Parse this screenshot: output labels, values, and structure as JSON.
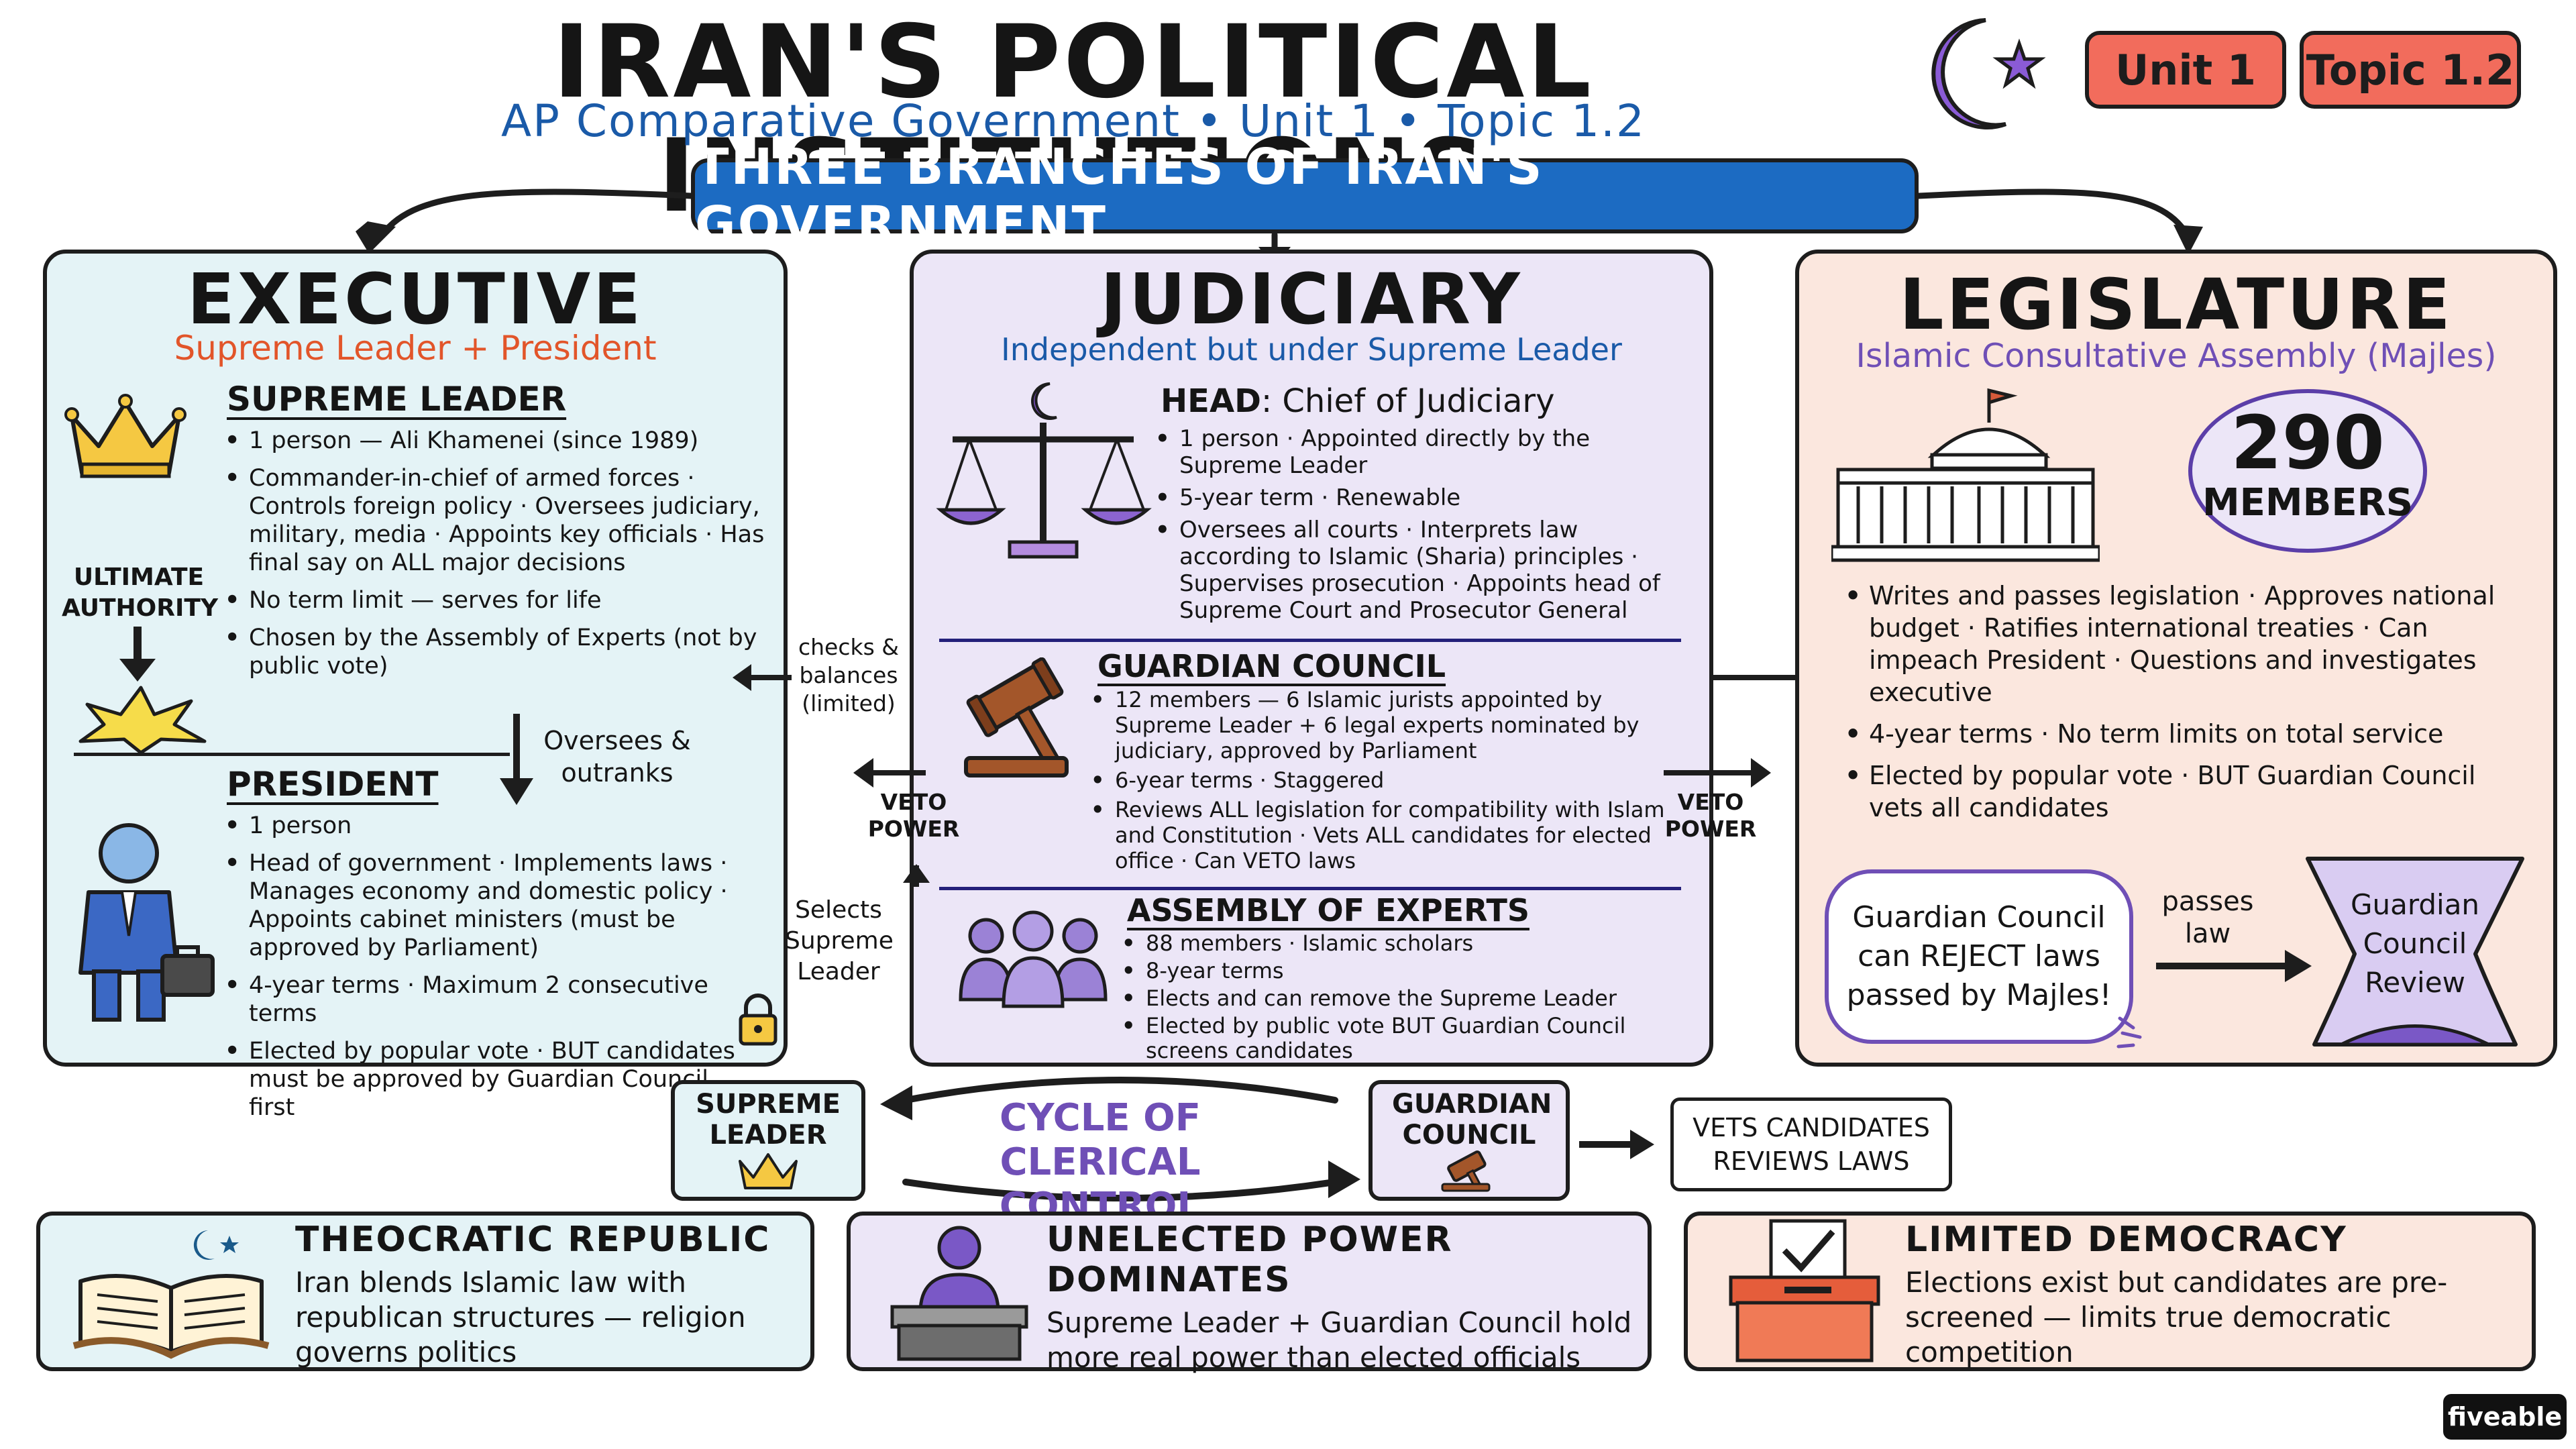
{
  "header": {
    "title": "IRAN'S POLITICAL INSTITUTIONS",
    "subtitle": "AP Comparative Government • Unit 1 • Topic 1.2",
    "badge_unit": "Unit 1",
    "badge_topic": "Topic 1.2",
    "banner": "THREE BRANCHES OF IRAN'S GOVERNMENT"
  },
  "executive": {
    "title": "EXECUTIVE",
    "subtitle": "Supreme Leader + President",
    "supreme_leader": {
      "heading": "SUPREME LEADER",
      "bullets": [
        "1 person — Ali Khamenei (since 1989)",
        "Commander-in-chief of armed forces · Controls foreign policy · Oversees judiciary, military, media · Appoints key officials · Has final say on ALL major decisions",
        "No term limit — serves for life",
        "Chosen by the Assembly of Experts (not by public vote)"
      ]
    },
    "ultimate_authority": "ULTIMATE AUTHORITY",
    "oversees_label": "Oversees & outranks",
    "president": {
      "heading": "PRESIDENT",
      "bullets": [
        "1 person",
        "Head of government · Implements laws · Manages economy and domestic policy · Appoints cabinet ministers (must be approved by Parliament)",
        "4-year terms · Maximum 2 consecutive terms",
        "Elected by popular vote · BUT candidates must be approved by Guardian Council first"
      ]
    }
  },
  "judiciary": {
    "title": "JUDICIARY",
    "subtitle": "Independent but under Supreme Leader",
    "head": {
      "heading_bold": "HEAD",
      "heading_rest": ": Chief of Judiciary",
      "bullets": [
        "1 person · Appointed directly by the Supreme Leader",
        "5-year term · Renewable",
        "Oversees all courts · Interprets law according to Islamic (Sharia) principles · Supervises prosecution · Appoints head of Supreme Court and Prosecutor General"
      ]
    },
    "guardian_council": {
      "heading": "GUARDIAN COUNCIL",
      "bullets": [
        "12 members — 6 Islamic jurists appointed by Supreme Leader + 6 legal experts nominated by judiciary, approved by Parliament",
        "6-year terms · Staggered",
        "Reviews ALL legislation for compatibility with Islam and Constitution · Vets ALL candidates for elected office · Can VETO laws"
      ]
    },
    "assembly_of_experts": {
      "heading": "ASSEMBLY OF EXPERTS",
      "bullets": [
        "88 members · Islamic scholars",
        "8-year terms",
        "Elects and can remove the Supreme Leader",
        "Elected by public vote BUT Guardian Council screens candidates"
      ]
    }
  },
  "side_labels": {
    "checks": "checks & balances (limited)",
    "veto_left": "VETO POWER",
    "veto_right": "VETO POWER",
    "selects": "Selects Supreme Leader"
  },
  "legislature": {
    "title": "LEGISLATURE",
    "subtitle": "Islamic Consultative Assembly (Majles)",
    "members_number": "290",
    "members_label": "MEMBERS",
    "bullets": [
      "Writes and passes legislation · Approves national budget · Ratifies international treaties · Can impeach President · Questions and investigates executive",
      "4-year terms · No term limits on total service",
      "Elected by popular vote · BUT Guardian Council vets all candidates"
    ],
    "bubble": "Guardian Council can REJECT laws passed by Majles!",
    "passes_law": "passes law",
    "review": "Guardian Council Review"
  },
  "cycle": {
    "supreme_leader": "SUPREME LEADER",
    "title": "CYCLE OF CLERICAL CONTROL",
    "guardian_council": "GUARDIAN COUNCIL",
    "vets": "VETS CANDIDATES REVIEWS LAWS"
  },
  "bottom": [
    {
      "title": "THEOCRATIC REPUBLIC",
      "body": "Iran blends Islamic law with republican structures — religion governs politics"
    },
    {
      "title": "UNELECTED POWER DOMINATES",
      "body": "Supreme Leader + Guardian Council hold more real power than elected officials"
    },
    {
      "title": "LIMITED DEMOCRACY",
      "body": "Elections exist but candidates are pre-screened — limits true democratic competition"
    }
  ],
  "footer": {
    "brand": "fiveable"
  },
  "colors": {
    "executive_bg": "#e4f3f6",
    "judiciary_bg": "#ece6f7",
    "legislature_bg": "#fbe7de",
    "banner_blue": "#1c6bc2",
    "badge_red": "#f26c5c",
    "purple": "#6f4fb6",
    "orange_red": "#e2552a",
    "dark_blue": "#1a5aa8"
  }
}
